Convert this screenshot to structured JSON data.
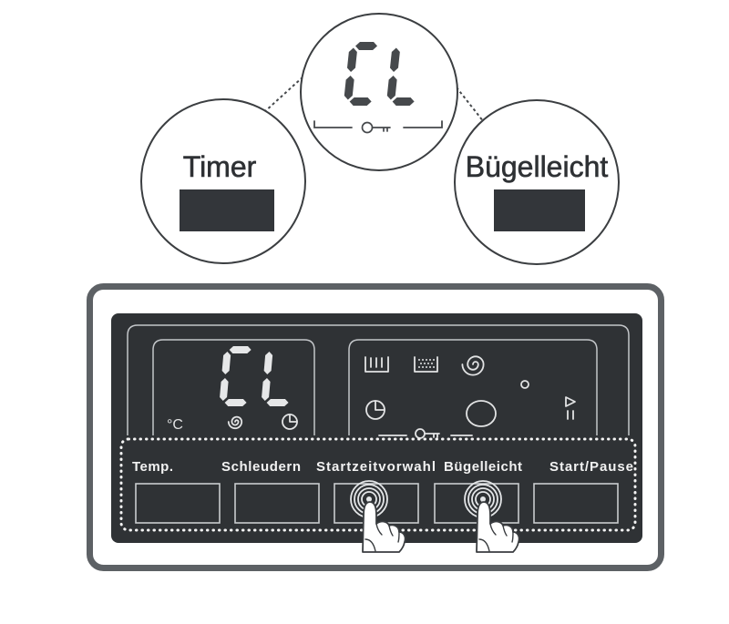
{
  "callouts": {
    "center": {
      "code": "CL",
      "icon": "key-icon"
    },
    "left": {
      "label": "Timer"
    },
    "right": {
      "label": "Bügelleicht"
    }
  },
  "panel": {
    "display": {
      "code": "CL",
      "unit": "°C",
      "left_icons": [
        "spiral-icon",
        "timer-icon"
      ],
      "right_icons": [
        "tub-bars-icon",
        "tub-dots-icon",
        "spiral-icon",
        "dot-indicator-icon",
        "timer-icon",
        "oval-indicator-icon",
        "play-pause-icon",
        "key-icon"
      ]
    },
    "buttons": [
      {
        "label": "Temp.",
        "pressed": false
      },
      {
        "label": "Schleudern",
        "pressed": false
      },
      {
        "label": "Startzeitvorwahl",
        "pressed": true
      },
      {
        "label": "Bügelleicht",
        "pressed": true
      },
      {
        "label": "Start/Pause",
        "pressed": false
      }
    ]
  },
  "colors": {
    "panel": "#2f3235",
    "frame": "#5d6165",
    "segment_on_white": "#46494c",
    "segment_on_panel": "#e6e7e8",
    "outline": "#c9ccce"
  }
}
